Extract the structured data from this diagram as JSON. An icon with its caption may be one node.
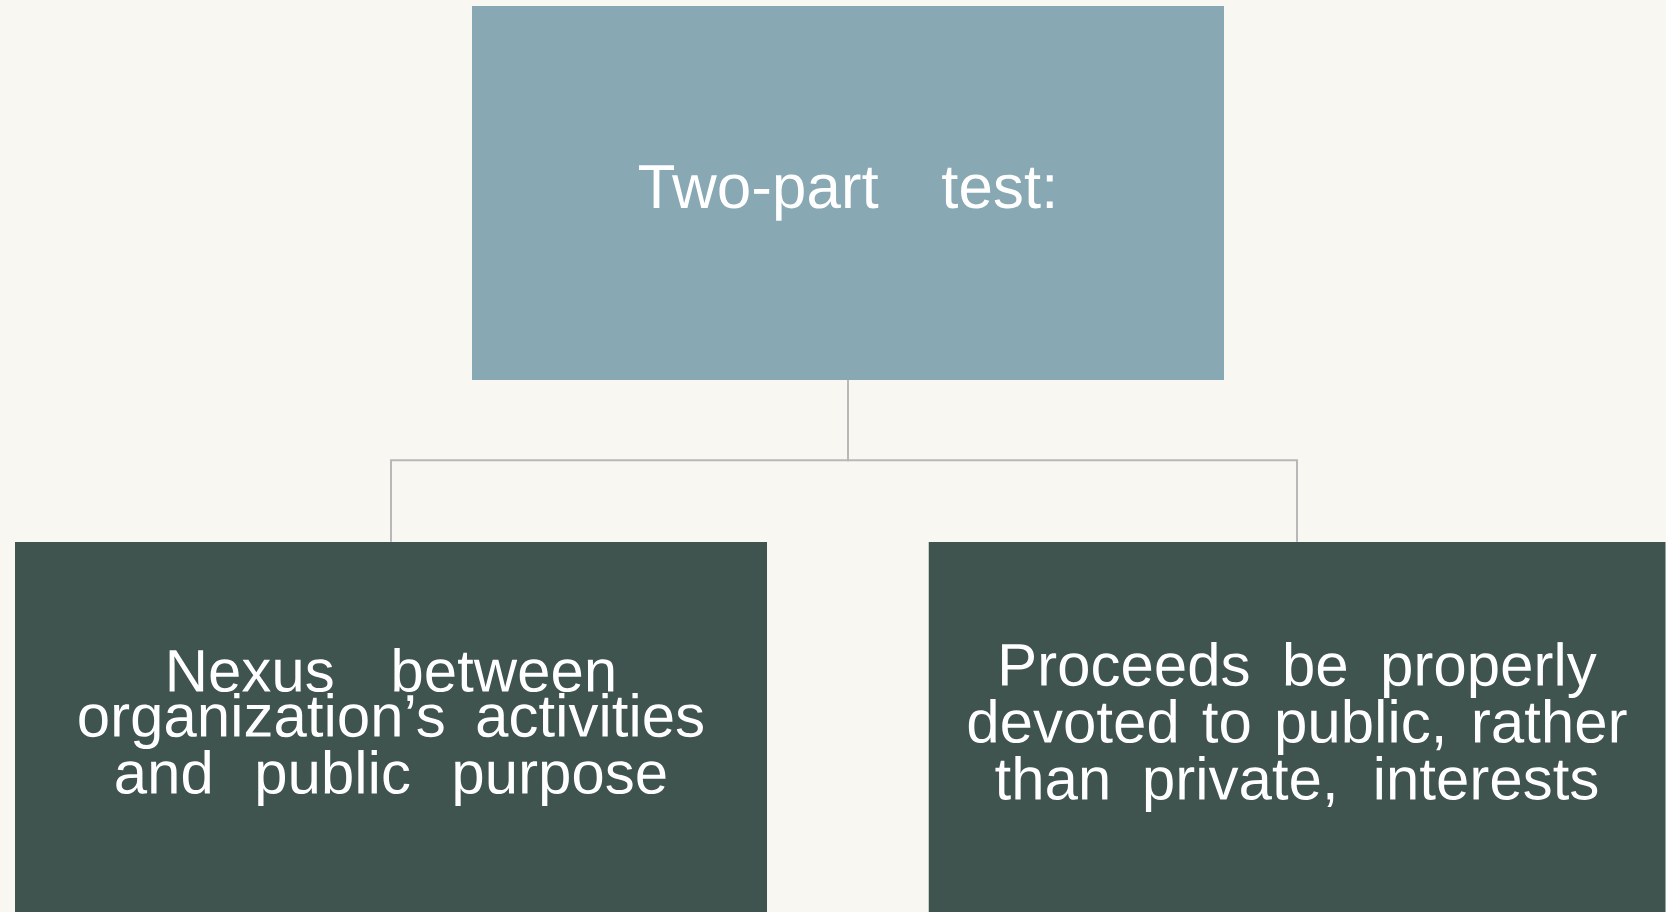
{
  "diagram": {
    "nodes": [
      {
        "text": [
          "Two-part test:"
        ]
      },
      {
        "text": [
          "Nexus between organization’s activities and public purpose"
        ]
      },
      {
        "text": [
          "Proceeds be properly devoted to public, rather than private, interests"
        ]
      }
    ],
    "edges": [
      {
        "from": 0,
        "to": 1,
        "arrow": "none"
      },
      {
        "from": 0,
        "to": 2,
        "arrow": "none"
      }
    ]
  }
}
